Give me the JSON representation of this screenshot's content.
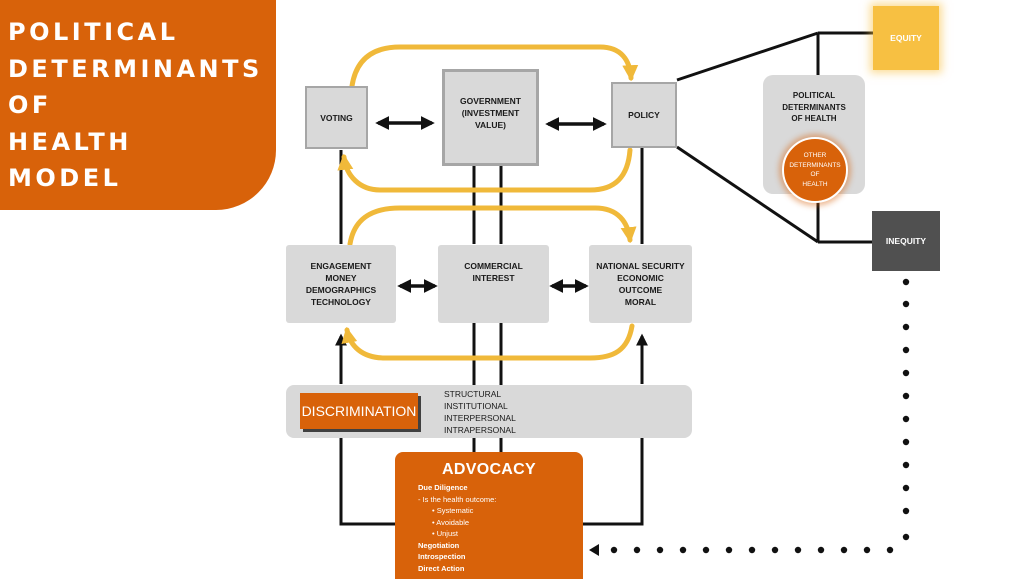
{
  "title": {
    "lines": [
      "POLITICAL",
      "DETERMINANTS",
      "OF",
      "HEALTH",
      "MODEL"
    ]
  },
  "nodes": {
    "voting": "VOTING",
    "government": [
      "GOVERNMENT",
      "(INVESTMENT",
      "VALUE)"
    ],
    "policy": "POLICY",
    "engagement": [
      "ENGAGEMENT",
      "MONEY",
      "DEMOGRAPHICS",
      "TECHNOLOGY"
    ],
    "commercial": [
      "COMMERCIAL",
      "INTEREST"
    ],
    "national": [
      "NATIONAL SECURITY",
      "ECONOMIC",
      "OUTCOME",
      "MORAL"
    ]
  },
  "right": {
    "equity": "EQUITY",
    "inequity": "INEQUITY",
    "pdh_label": [
      "POLITICAL",
      "DETERMINANTS",
      "OF HEALTH"
    ],
    "other_label": [
      "OTHER",
      "DETERMINANTS",
      "OF",
      "HEALTH"
    ]
  },
  "discrimination": {
    "label": "DISCRIMINATION",
    "types": [
      "STRUCTURAL",
      "INSTITUTIONAL",
      "INTERPERSONAL",
      "INTRAPERSONAL"
    ]
  },
  "advocacy": {
    "title": "ADVOCACY",
    "due_diligence": "Due Diligence",
    "question": "- Is the health outcome:",
    "bullets": [
      "Systematic",
      "Avoidable",
      "Unjust"
    ],
    "items": [
      "Negotiation",
      "Introspection",
      "Direct Action"
    ]
  },
  "colors": {
    "orange": "#d8620a",
    "yellow_arrow": "#f0b93a",
    "equity": "#f7c042",
    "inequity": "#505050",
    "box_gray": "#d9d9d9"
  }
}
